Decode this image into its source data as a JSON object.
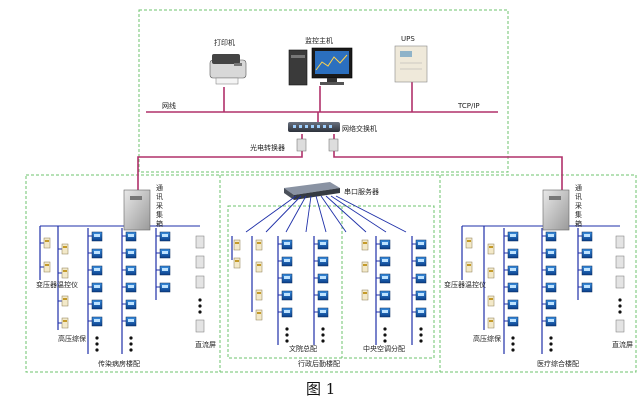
{
  "figure": {
    "caption": "图 1",
    "top": {
      "printer": "打印机",
      "host": "监控主机",
      "ups": "UPS",
      "network_cable": "网线",
      "protocol": "TCP/IP",
      "switch": "网络交换机",
      "converter": "光电转换器"
    },
    "serial_server": "串口服务器",
    "left": {
      "collector": "通讯采集箱",
      "transformer": "变压器温控仪",
      "hv": "高压综保",
      "dc": "直流屏",
      "building": "传染病房楼配"
    },
    "middle": {
      "building": "行政后勤楼配",
      "sub_a": "文院总配",
      "sub_b": "中央空调分配"
    },
    "right": {
      "collector": "通讯采集箱",
      "transformer": "变压器温控仪",
      "hv": "高压综保",
      "dc": "直流屏",
      "building": "医疗综合楼配"
    }
  }
}
